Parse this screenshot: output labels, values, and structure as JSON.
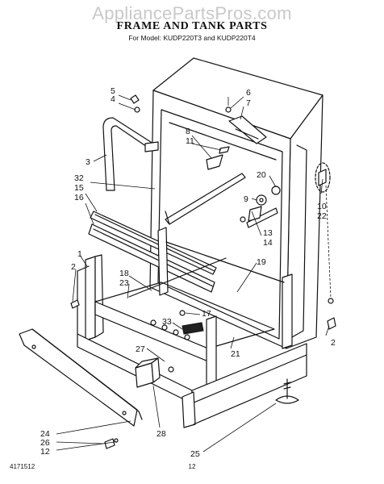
{
  "watermark": "AppliancePartsPros.com",
  "title": "FRAME AND TANK PARTS",
  "subtitle": "For Model: KUDP220T3 and KUDP220T4",
  "footer": {
    "code": "4171512",
    "page": "12"
  },
  "callouts": {
    "c1": "1",
    "c2a": "2",
    "c2b": "2",
    "c3": "3",
    "c4": "4",
    "c5": "5",
    "c6": "6",
    "c7": "7",
    "c8": "8",
    "c9": "9",
    "c10": "10",
    "c11": "11",
    "c12": "12",
    "c13": "13",
    "c14": "14",
    "c15": "15",
    "c16": "16",
    "c17": "17",
    "c18": "18",
    "c19": "19",
    "c20": "20",
    "c21": "21",
    "c22": "22",
    "c23": "23",
    "c24": "24",
    "c25": "25",
    "c26": "26",
    "c27": "27",
    "c28": "28",
    "c32": "32",
    "c33": "33"
  }
}
